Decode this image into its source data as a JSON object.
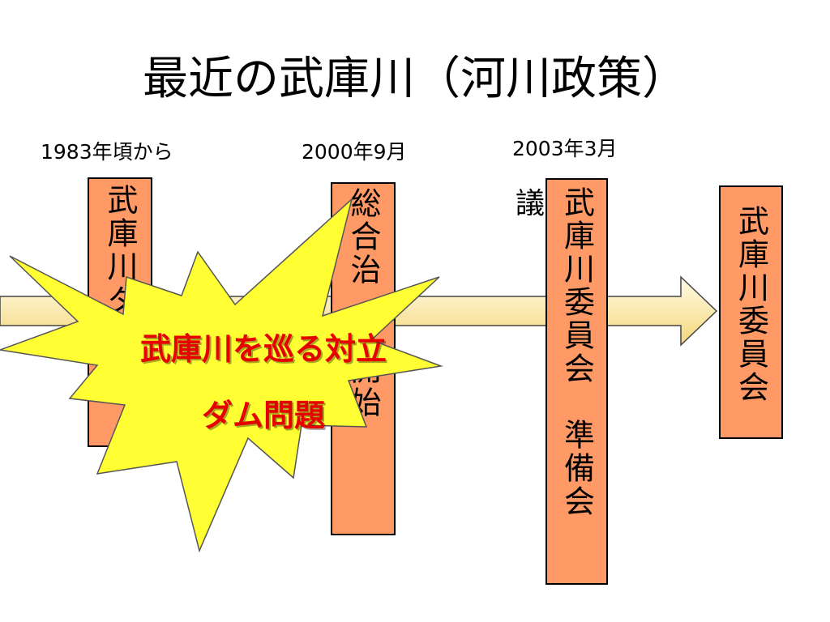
{
  "title": "最近の武庫川（河川政策）",
  "dates": {
    "d1983": "1983年頃から",
    "d2000": "2000年9月",
    "d2003": "2003年3月"
  },
  "boxes": {
    "box1": "武庫川ダ",
    "box2": "総合治　　開始",
    "box3": "武庫川委員会　準備会",
    "box4": "武庫川委員会"
  },
  "partial_label": "議",
  "burst": {
    "line1": "武庫川を巡る対立",
    "line2": "ダム問題"
  },
  "colors": {
    "box_fill": "#ff9966",
    "arrow_fill_start": "#fffbe6",
    "arrow_fill_end": "#f5d77a",
    "burst_fill": "#ffff33",
    "burst_text": "#e60000"
  }
}
